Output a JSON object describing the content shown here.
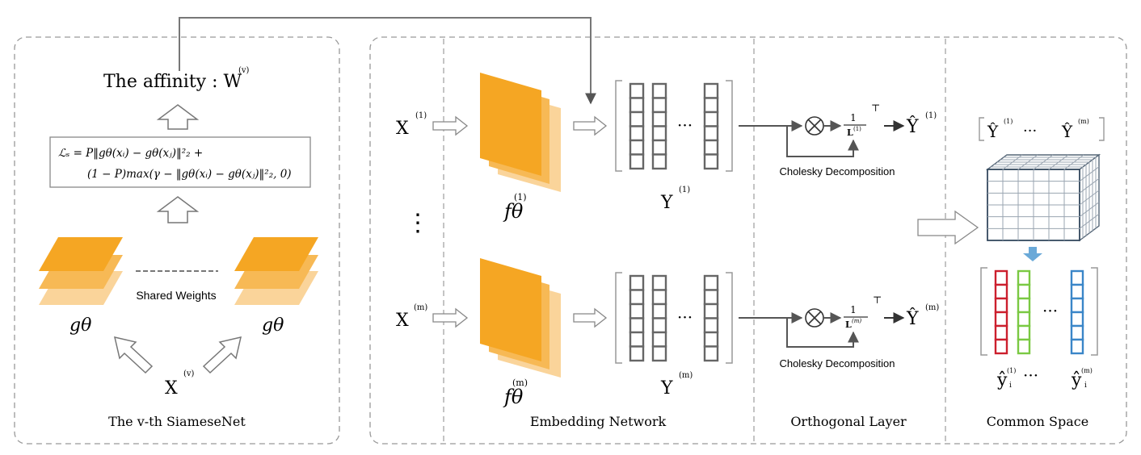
{
  "siamese": {
    "caption": "The v-th SiameseNet",
    "affinity_label": "The affinity : ",
    "affinity_symbol": "W",
    "affinity_sup": "(v)",
    "loss_line1": "ℒₛ = P‖gθ(xᵢ) − gθ(xⱼ)‖²₂ +",
    "loss_line2": "(1 − P)max(γ − ‖gθ(xᵢ) − gθ(xⱼ)‖²₂, 0)",
    "shared_weights": "Shared Weights",
    "g_left": "gθ",
    "g_right": "gθ",
    "input_symbol": "X",
    "input_sup": "(v)"
  },
  "embedding": {
    "caption": "Embedding Network",
    "view1": {
      "x_symbol": "X",
      "x_sup": "(1)",
      "f_symbol": "fθ",
      "f_sup": "(1)",
      "y_symbol": "Y",
      "y_sup": "(1)",
      "dots": "···"
    },
    "viewm": {
      "x_symbol": "X",
      "x_sup": "(m)",
      "f_symbol": "fθ",
      "f_sup": "(m)",
      "y_symbol": "Y",
      "y_sup": "(m)",
      "dots": "···"
    },
    "vdots": "⋮"
  },
  "orthogonal": {
    "caption": "Orthogonal Layer",
    "view1": {
      "frac_num": "1",
      "frac_den": "L",
      "frac_den_sup": "(1)",
      "transpose": "⊤",
      "yhat": "Ŷ",
      "yhat_sup": "(1)",
      "cholesky": "Cholesky Decomposition"
    },
    "viewm": {
      "frac_num": "1",
      "frac_den": "L",
      "frac_den_sup": "(m)",
      "transpose": "⊤",
      "yhat": "Ŷ",
      "yhat_sup": "(m)",
      "cholesky": "Cholesky Decomposition"
    }
  },
  "common": {
    "caption": "Common Space",
    "bracket_y1": "Ŷ",
    "bracket_y1_sup": "(1)",
    "bracket_dots": "···",
    "bracket_ym": "Ŷ",
    "bracket_ym_sup": "(m)",
    "vec_dots": "···",
    "yi1": "ŷ",
    "yi1_sup": "(1)",
    "yi1_sub": "i",
    "yi_dots": "···",
    "yim": "ŷ",
    "yim_sup": "(m)",
    "yim_sub": "i"
  },
  "colors": {
    "orange_dark": "#f5a623",
    "orange_mid": "#f7b955",
    "orange_light": "#fad49a",
    "cell_gray": "#666666",
    "vector_red": "#cc1f2d",
    "vector_green": "#7ac943",
    "vector_blue": "#3a86c8",
    "down_arrow": "#6aa9d8"
  }
}
